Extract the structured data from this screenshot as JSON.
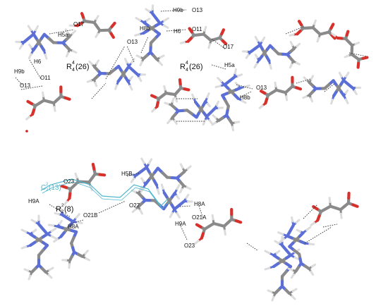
{
  "colors": {
    "carbon": "#8a8a8a",
    "carbon_light": "#b3b3b3",
    "nitrogen": "#5b6fd6",
    "oxygen": "#d8302a",
    "hydrogen": "#dcdcdc",
    "hbond": "#333333",
    "motif_cyan": "#4fb7cf",
    "dot": "#d42020"
  },
  "top_panel": {
    "motif_left": {
      "main": "R",
      "sup": "4",
      "sub": "4",
      "size": "(26)"
    },
    "motif_right": {
      "main": "R",
      "sup": "4",
      "sub": "4",
      "size": "(26)"
    },
    "atom_labels": [
      "O17",
      "H5a",
      "H6",
      "H9b",
      "O11",
      "O13",
      "O13",
      "H8b",
      "H9b",
      "O13",
      "H6",
      "O11",
      "O17",
      "H5a",
      "H8b",
      "O13"
    ]
  },
  "bottom_panel": {
    "motif_chain": {
      "main": "C",
      "sup": "2",
      "sub": "2",
      "size": "(13)"
    },
    "motif_ring": {
      "main": "R",
      "sup": "2",
      "sub": "2",
      "size": "(8)"
    },
    "atom_labels": [
      "O23",
      "H5B",
      "H9A",
      "O21B",
      "H8A",
      "O27",
      "H8A",
      "O21A",
      "H9A",
      "O23"
    ]
  }
}
